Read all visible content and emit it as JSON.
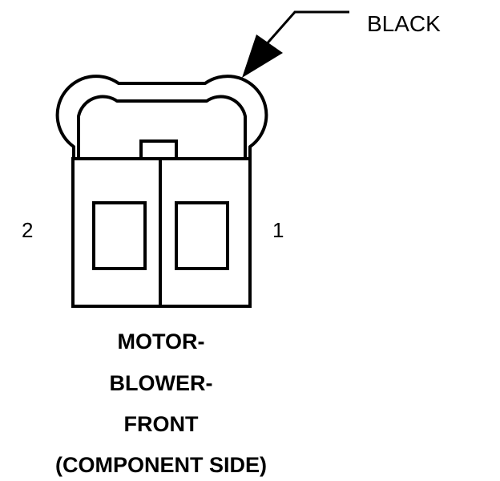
{
  "connector": {
    "housing_color_label": "BLACK",
    "pin_left_label": "2",
    "pin_right_label": "1",
    "title_lines": [
      "MOTOR-",
      "BLOWER-",
      "FRONT",
      "(COMPONENT SIDE)"
    ]
  },
  "colors": {
    "line": "#000000",
    "background": "#ffffff"
  }
}
